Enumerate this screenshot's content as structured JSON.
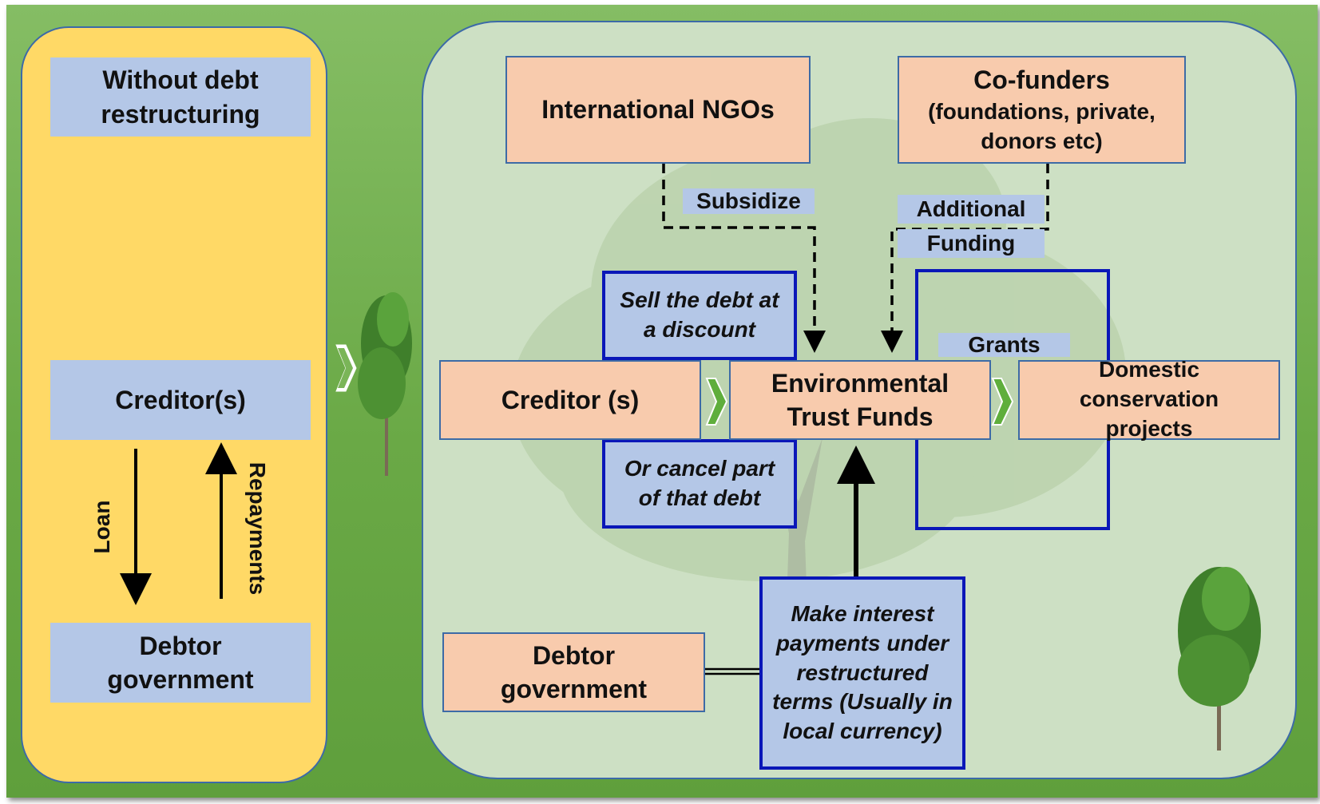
{
  "left_panel": {
    "title": "Without debt restructuring",
    "creditor": "Creditor(s)",
    "debtor": "Debtor government",
    "loan_label": "Loan",
    "repayments_label": "Repayments"
  },
  "right_panel": {
    "ngos": "International NGOs",
    "cofunders_title": "Co-funders",
    "cofunders_detail": "(foundations, private, donors etc)",
    "subsidize": "Subsidize",
    "additional_1": "Additional",
    "additional_2": "Funding",
    "sell_note": "Sell the debt at a discount",
    "creditor": "Creditor (s)",
    "etf": "Environmental Trust Funds",
    "grants": "Grants",
    "domestic": "Domestic conservation projects",
    "cancel_note": "Or cancel part of that debt",
    "debtor": "Debtor government",
    "interest_note": "Make interest payments under restructured terms (Usually in local currency)"
  },
  "colors": {
    "background_green": "#6aa946",
    "left_panel": "#ffd966",
    "right_panel": "#cde0c4",
    "blue_box": "#b4c7e7",
    "peach_box": "#f8cbad",
    "note_border": "#0a17b8",
    "arrow_green": "#5fae3c"
  },
  "icons": [
    "tree-icon",
    "chevron-right-icon"
  ]
}
